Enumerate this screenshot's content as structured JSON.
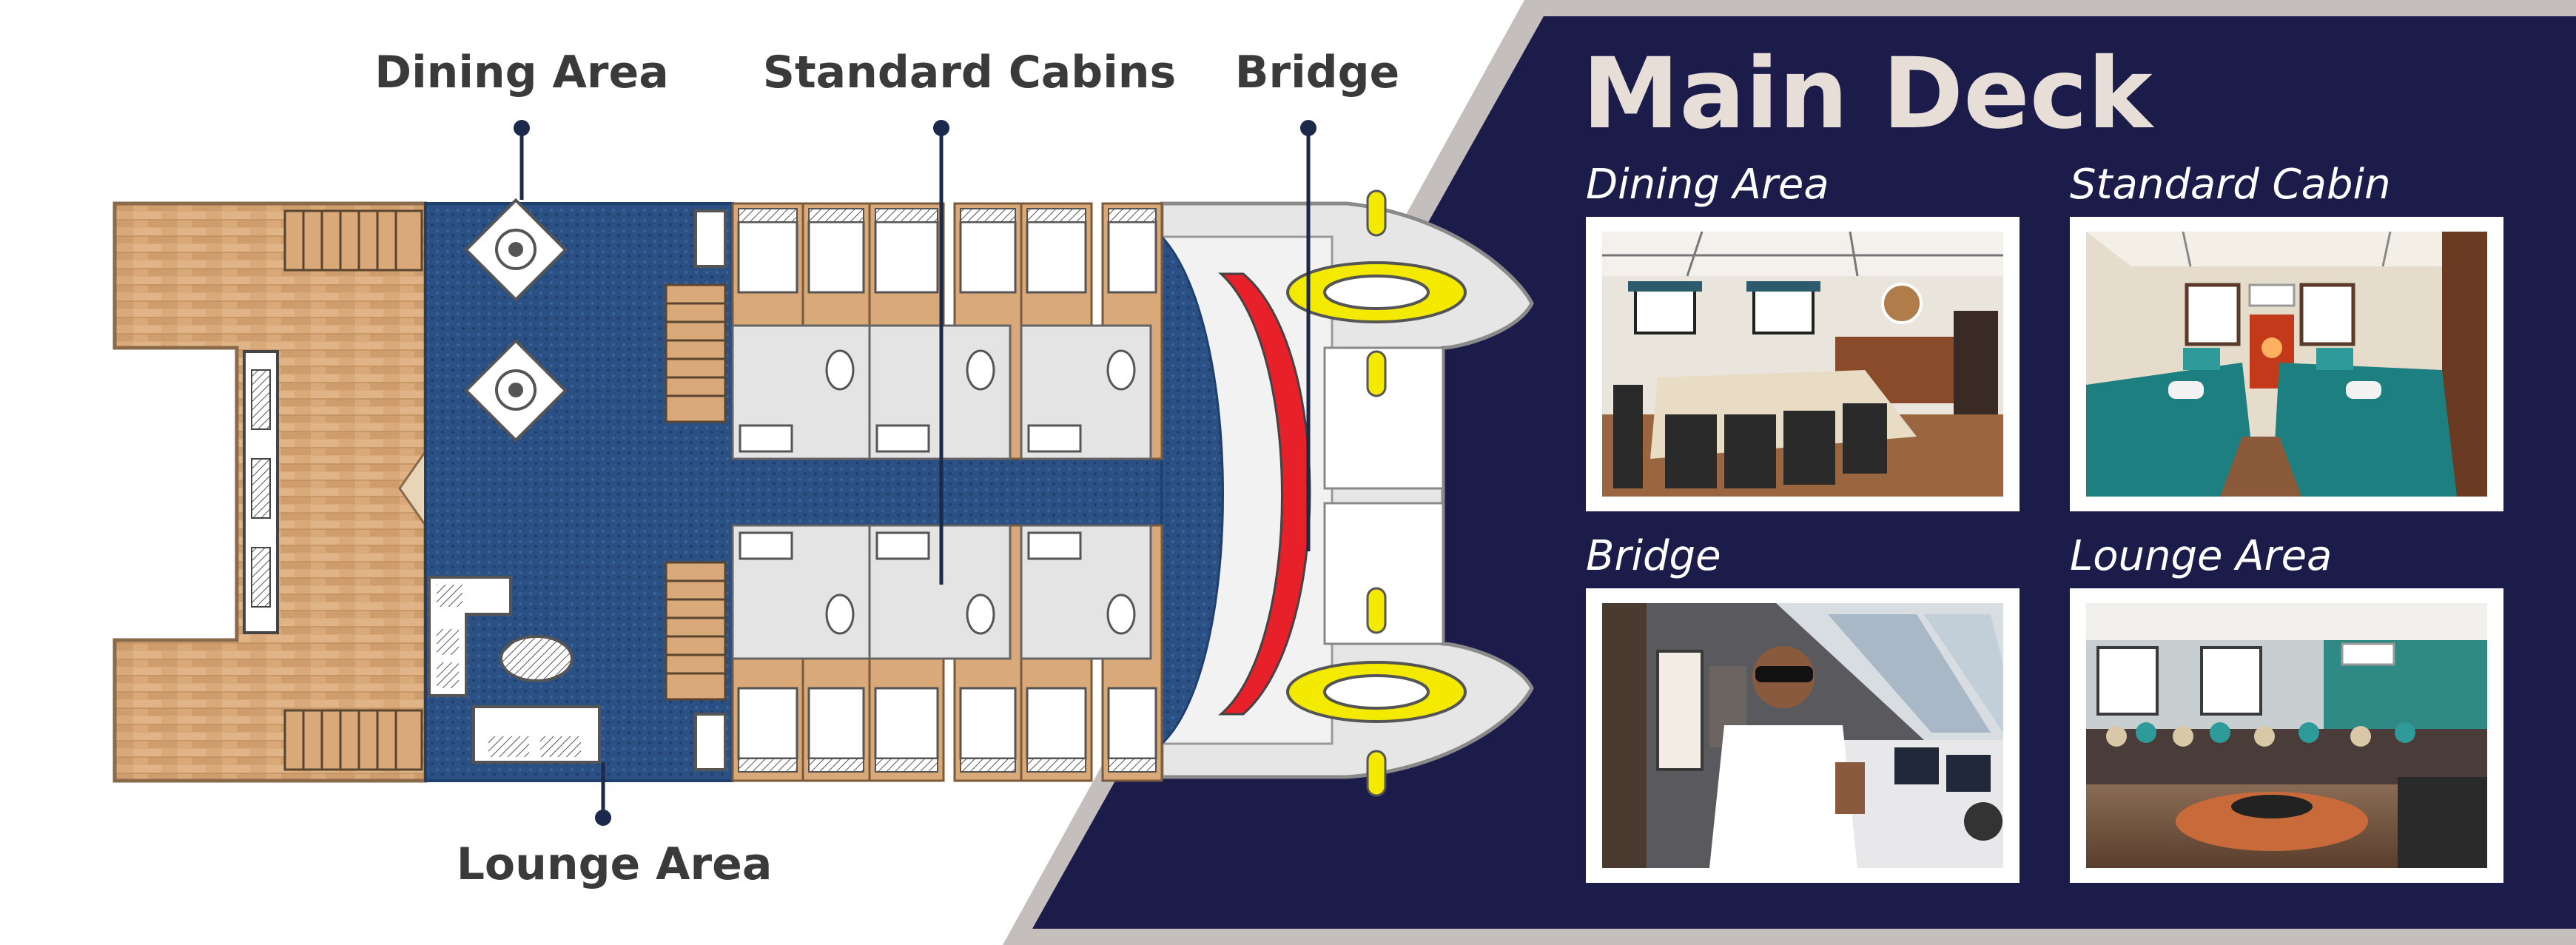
{
  "panel": {
    "title": "Main Deck",
    "photos": [
      {
        "caption": "Dining Area",
        "icon": "dining-room-photo"
      },
      {
        "caption": "Standard Cabin",
        "icon": "cabin-photo"
      },
      {
        "caption": "Bridge",
        "icon": "bridge-photo"
      },
      {
        "caption": "Lounge Area",
        "icon": "lounge-photo"
      }
    ]
  },
  "callouts": {
    "dining": "Dining Area",
    "cabins": "Standard Cabins",
    "bridge": "Bridge",
    "lounge": "Lounge Area"
  },
  "colors": {
    "navy": "#1b1c4a",
    "wood": "#d8a878",
    "carpet": "#2a4f82",
    "hull": "#e6e6e6",
    "accent_red": "#e8202a",
    "prop_yellow": "#f4ea00",
    "grey_band": "#c4bebc"
  }
}
